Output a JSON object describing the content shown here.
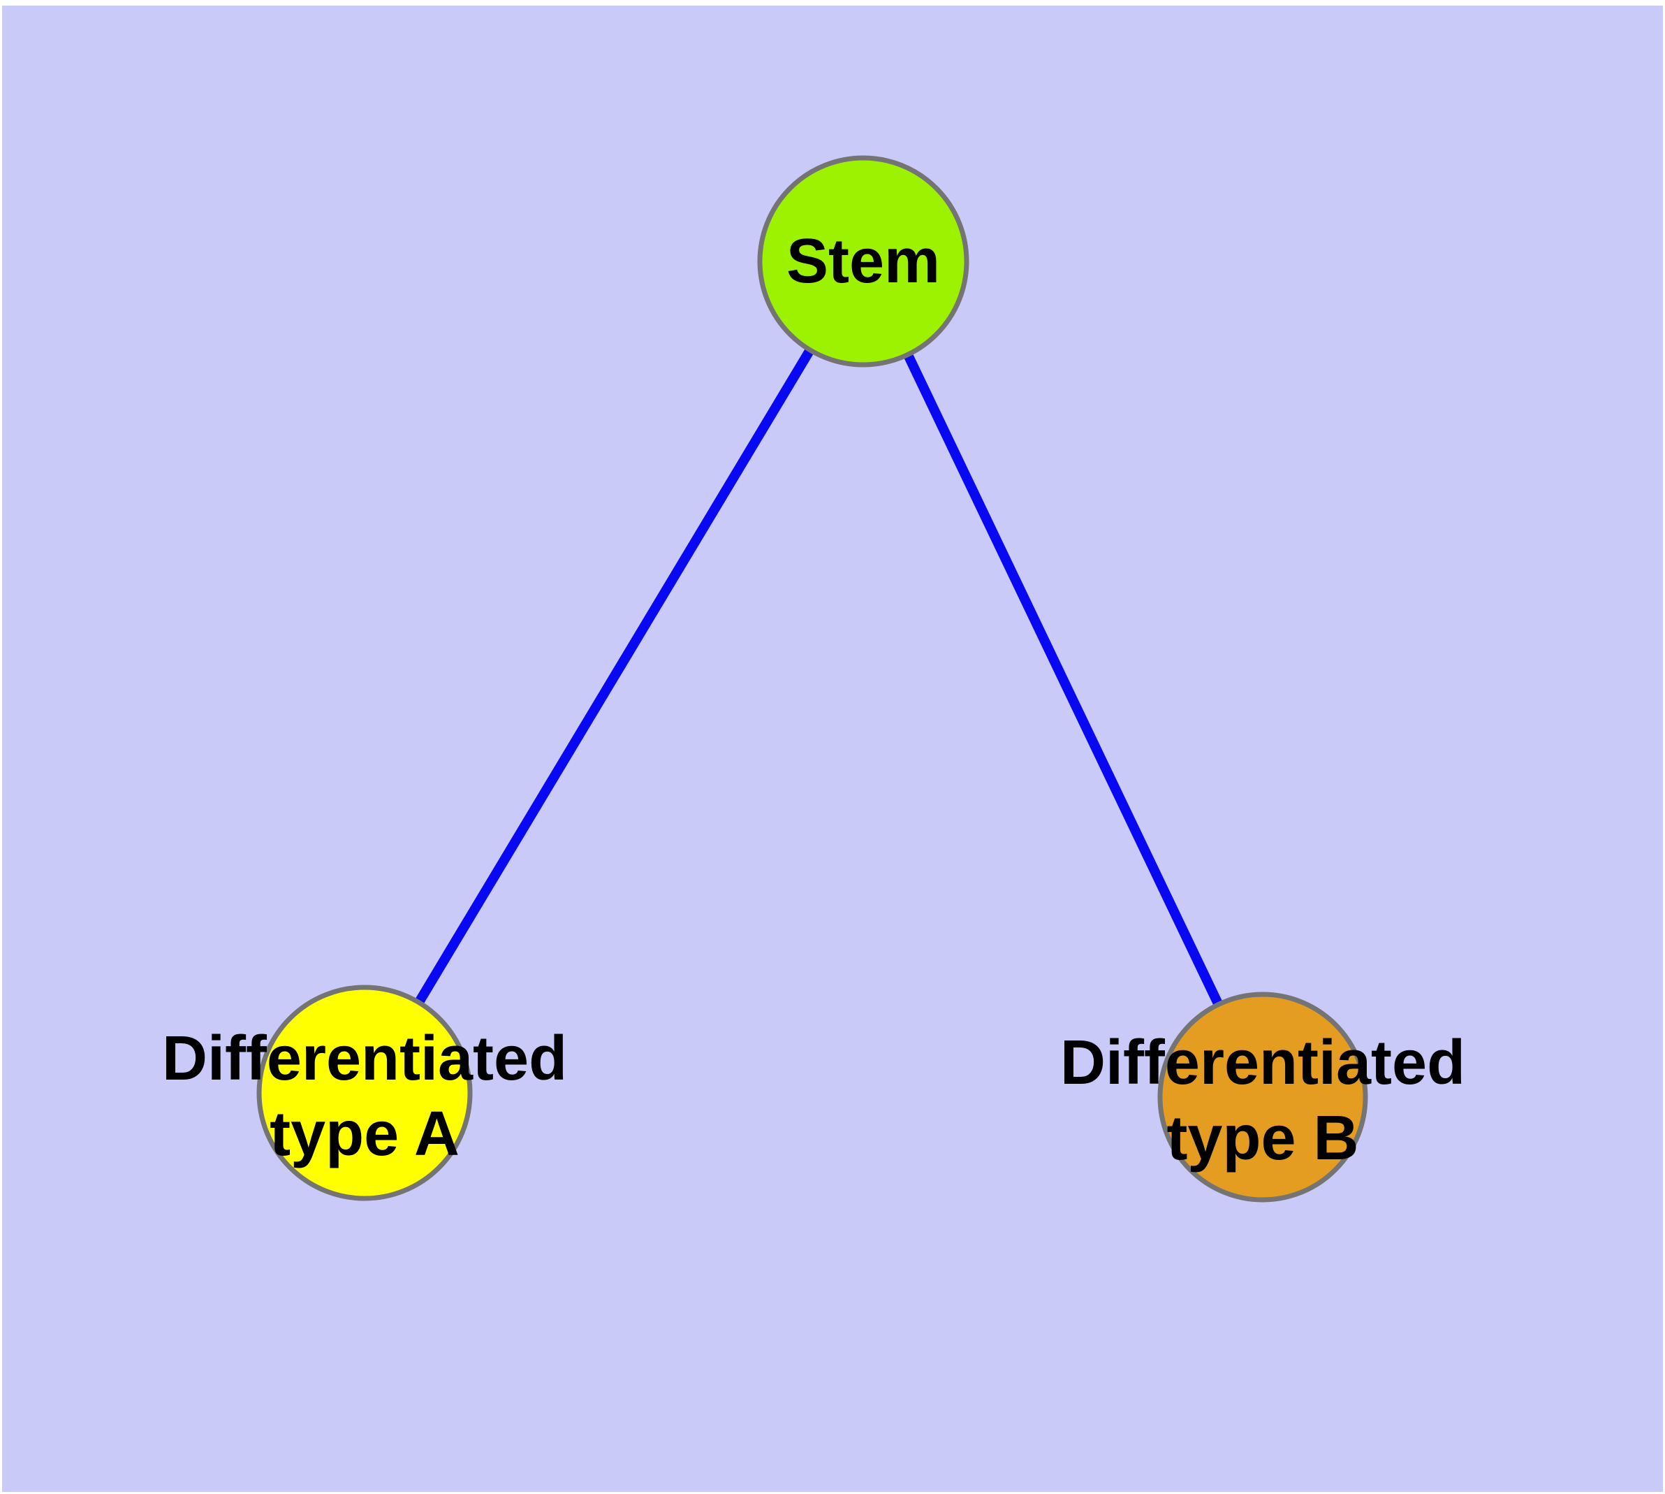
{
  "canvas": {
    "background": "#CACAF8",
    "frame_color": "#FFFFFF"
  },
  "diagram": {
    "type": "node-link-graph",
    "nodes": {
      "stem": {
        "label": "Stem",
        "fill": "#9DF201",
        "border": "#747474",
        "text_color": "#000000"
      },
      "type_a": {
        "label_line1": "Differentiated",
        "label_line2": "type A",
        "fill": "#FFFF00",
        "border": "#747474",
        "text_color": "#000000"
      },
      "type_b": {
        "label_line1": "Differentiated",
        "label_line2": "type B",
        "fill": "#E49D20",
        "border": "#747474",
        "text_color": "#000000"
      }
    },
    "edges": {
      "color": "#0808F2",
      "connections": [
        {
          "from": "Stem",
          "to": "Differentiated type A"
        },
        {
          "from": "Stem",
          "to": "Differentiated type B"
        }
      ]
    }
  }
}
